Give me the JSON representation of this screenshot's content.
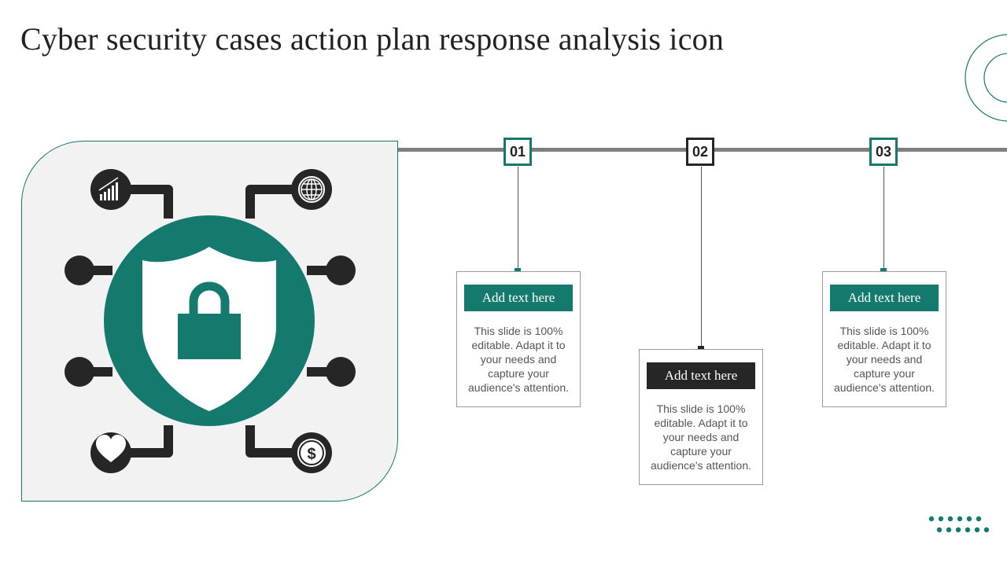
{
  "slide": {
    "title": "Cyber security cases action plan response analysis icon"
  },
  "colors": {
    "accent": "#157a6e",
    "dark": "#262626",
    "panel": "#f2f2f2",
    "line": "#7f7f7f"
  },
  "icon": {
    "central": "shield-lock-icon",
    "nodes": [
      "growth-chart-icon",
      "globe-icon",
      "heart-icon",
      "dollar-coin-icon"
    ]
  },
  "steps": [
    {
      "number": "01",
      "label": "Add text here",
      "text": "This slide is 100% editable. Adapt it to your needs and capture your audience's attention.",
      "color": "#157a6e"
    },
    {
      "number": "02",
      "label": "Add text here",
      "text": "This slide is 100% editable. Adapt it to your needs and capture your audience's attention.",
      "color": "#262626"
    },
    {
      "number": "03",
      "label": "Add text here",
      "text": "This slide is 100% editable. Adapt it to your needs and capture your audience's attention.",
      "color": "#157a6e"
    }
  ]
}
